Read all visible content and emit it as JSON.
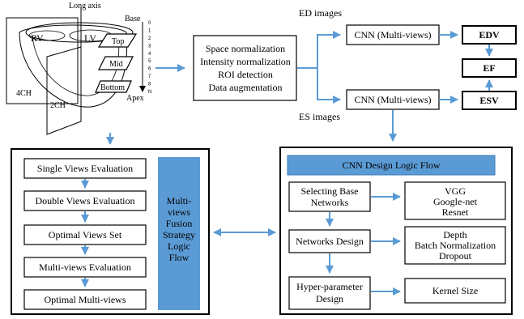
{
  "heart": {
    "long_axis": "Long axis",
    "rv": "RV",
    "lv": "LV",
    "base": "Base",
    "apex": "Apex",
    "top": "Top",
    "mid": "Mid",
    "bottom": "Bottom",
    "four_ch": "4CH",
    "two_ch": "2CH",
    "scale_ticks": [
      "0",
      "1",
      "2",
      "3",
      "4",
      "5",
      "6",
      "7",
      "8",
      "N"
    ]
  },
  "preprocess": {
    "lines": [
      "Space normalization",
      "Intensity normalization",
      "ROI detection",
      "Data augmentation"
    ]
  },
  "ed_label": "ED images",
  "es_label": "ES  images",
  "cnn_top": "CNN (Multi-views)",
  "cnn_bottom": "CNN (Multi-views)",
  "edv": "EDV",
  "ef": "EF",
  "esv": "ESV",
  "left_panel": {
    "steps": [
      "Single Views Evaluation",
      "Double Views Evaluation",
      "Optimal Views Set",
      "Multi-views Evaluation",
      "Optimal Multi-views"
    ],
    "fusion_lines": [
      "Multi-",
      "views",
      "Fusion",
      "Strategy",
      "Logic",
      "Flow"
    ]
  },
  "right_panel": {
    "title": "CNN Design Logic Flow",
    "selecting": [
      "Selecting Base",
      "Networks"
    ],
    "networks_design": "Networks Design",
    "hyper": [
      "Hyper-parameter",
      "Design"
    ],
    "base_nets": [
      "VGG",
      "Google-net",
      "Resnet"
    ],
    "design_opts": [
      "Depth",
      "Batch Normalization",
      "Dropout"
    ],
    "kernel": "Kernel Size"
  },
  "colors": {
    "accent": "#5b9bd5"
  }
}
